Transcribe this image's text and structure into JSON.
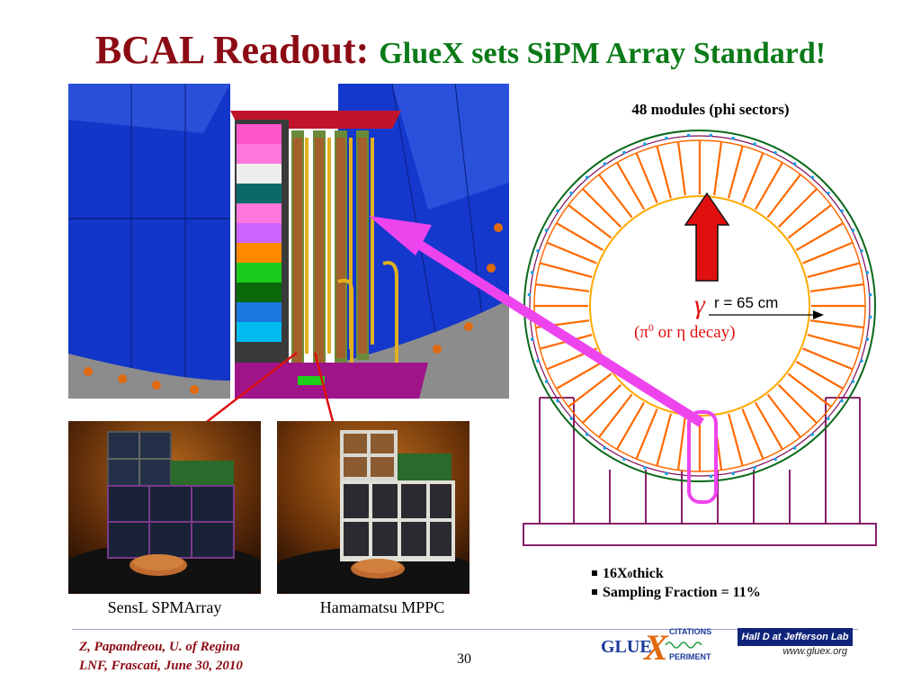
{
  "slide": {
    "title_main": "BCAL Readout:",
    "title_sub": "GlueX sets SiPM Array Standard!",
    "page_number": "30"
  },
  "diagram": {
    "heading": "48 modules (phi sectors)",
    "gamma_symbol": "γ",
    "radius_label": "r = 65 cm",
    "decay_label_prefix": "(π",
    "decay_label_sup": "0",
    "decay_label_suffix": " or η decay)",
    "module_count": 48
  },
  "photos": {
    "left_caption": "SensL SPMArray",
    "right_caption": "Hamamatsu MPPC"
  },
  "bullets": {
    "item1_prefix": "16X",
    "item1_sub": "0",
    "item1_suffix": " thick",
    "item2": "Sampling Fraction = 11%"
  },
  "footer": {
    "line1": "Z, Papandreou, U. of Regina",
    "line2": "LNF, Frascati, June 30, 2010"
  },
  "logos": {
    "gluex_left": "GLUE",
    "gluex_x": "X",
    "gluex_top": "CITATIONS",
    "gluex_bottom": "PERIMENT",
    "halld_text": "Hall D at Jefferson Lab",
    "halld_url": "www.gluex.org"
  },
  "colors": {
    "title_red": "#8b0b14",
    "title_green": "#0a7a18",
    "module_orange": "#ff6a00",
    "frame_purple": "#7a0a5a",
    "arrow_magenta": "#ee44ee",
    "arrow_red": "#e01010"
  }
}
